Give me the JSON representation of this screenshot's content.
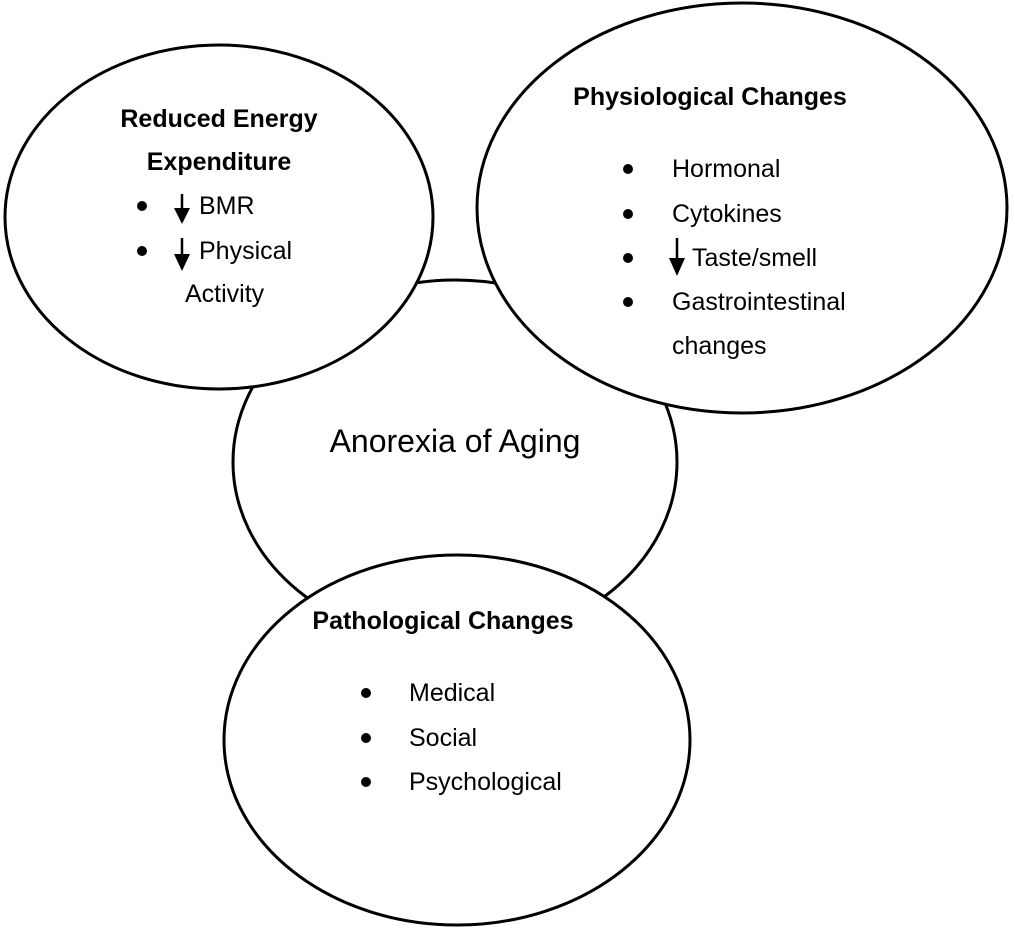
{
  "center": {
    "label": "Anorexia of Aging"
  },
  "energy": {
    "title_line1": "Reduced Energy",
    "title_line2": "Expenditure",
    "items": [
      "BMR",
      "Physical",
      "Activity"
    ]
  },
  "physiological": {
    "title": "Physiological Changes",
    "items": [
      "Hormonal",
      "Cytokines",
      "Taste/smell",
      "Gastrointestinal",
      "changes"
    ]
  },
  "pathological": {
    "title": "Pathological Changes",
    "items": [
      "Medical",
      "Social",
      "Psychological"
    ]
  }
}
